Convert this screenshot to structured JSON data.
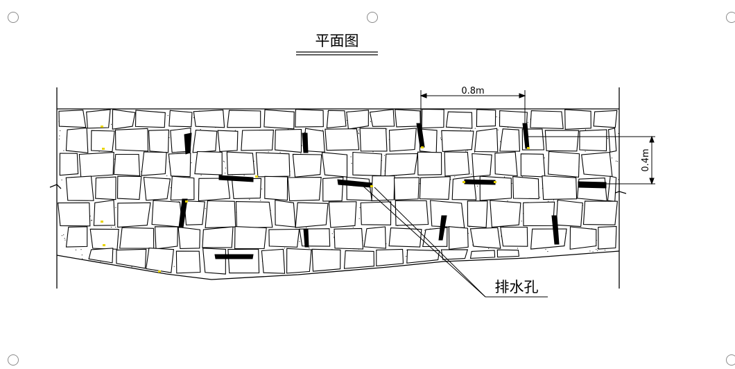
{
  "drawing": {
    "title": "平面图",
    "dimension_width": "0.8m",
    "dimension_height": "0.4m",
    "callout_label": "排水孔"
  },
  "colors": {
    "line": "#000000",
    "accent_yellow": "#e8d400",
    "handle_border": "#8a8a8a"
  }
}
